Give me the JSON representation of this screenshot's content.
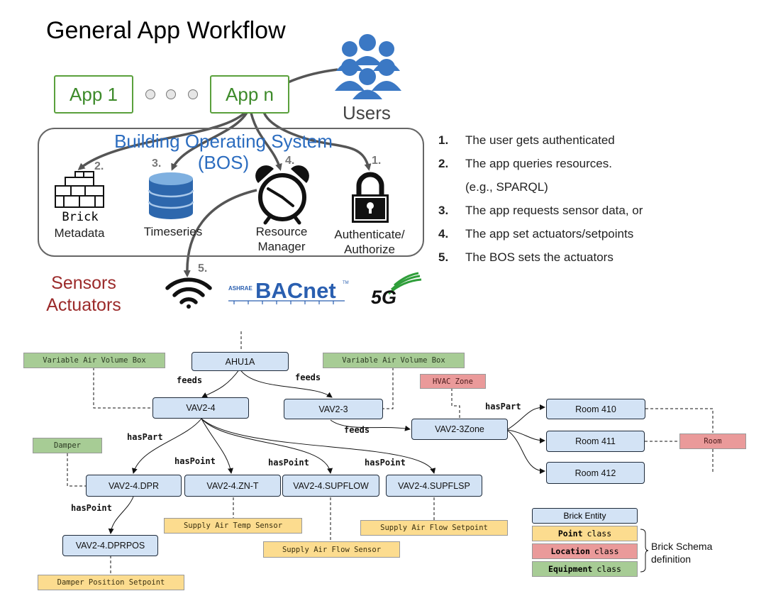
{
  "title": "General App Workflow",
  "apps": {
    "first": "App 1",
    "last": "App n"
  },
  "users_label": "Users",
  "bos": {
    "title_line1": "Building Operating System",
    "title_line2": "(BOS)"
  },
  "components": {
    "brick_word": "Brick",
    "brick_label": "Metadata",
    "timeseries_label": "Timeseries",
    "resource_line1": "Resource",
    "resource_line2": "Manager",
    "auth_line1": "Authenticate/",
    "auth_line2": "Authorize"
  },
  "step_markers": [
    "1.",
    "2.",
    "3.",
    "4.",
    "5."
  ],
  "sensors_label": {
    "line1": "Sensors",
    "line2": "Actuators"
  },
  "protocols": {
    "bacnet": "BACnet",
    "ashrae": "ASHRAE",
    "tm": "TM",
    "fiveg": "5G"
  },
  "steps": [
    {
      "num": "1.",
      "text": "The user gets authenticated"
    },
    {
      "num": "2.",
      "text": "The app queries resources."
    },
    {
      "num": "",
      "text": "(e.g., SPARQL)"
    },
    {
      "num": "3.",
      "text": "The app requests sensor data, or"
    },
    {
      "num": "4.",
      "text": "The app set actuators/setpoints"
    },
    {
      "num": "5.",
      "text": "The BOS sets the actuators"
    }
  ],
  "graph": {
    "entities": {
      "ahu1a": "AHU1A",
      "vav2_4": "VAV2-4",
      "vav2_3": "VAV2-3",
      "vav2_3zone": "VAV2-3Zone",
      "room410": "Room 410",
      "room411": "Room 411",
      "room412": "Room 412",
      "dpr": "VAV2-4.DPR",
      "znt": "VAV2-4.ZN-T",
      "supflow": "VAV2-4.SUPFLOW",
      "supflsp": "VAV2-4.SUPFLSP",
      "dprpos": "VAV2-4.DPRPOS"
    },
    "classes": {
      "vav_left": "Variable Air Volume Box",
      "vav_right": "Variable Air Volume Box",
      "hvac_zone": "HVAC Zone",
      "room": "Room",
      "damper": "Damper",
      "supply_air_temp": "Supply Air Temp Sensor",
      "supply_air_flow": "Supply Air Flow Sensor",
      "supply_air_flow_sp": "Supply Air Flow Setpoint",
      "damper_pos_sp": "Damper Position Setpoint"
    },
    "relations": {
      "feeds1": "feeds",
      "feeds2": "feeds",
      "feeds3": "feeds",
      "haspart1": "hasPart",
      "haspart2": "hasPart",
      "haspoint1": "hasPoint",
      "haspoint2": "hasPoint",
      "haspoint3": "hasPoint",
      "haspoint4": "hasPoint"
    }
  },
  "legend": {
    "entity": "Brick Entity",
    "point_bold": "Point",
    "point_rest": "class",
    "location_bold": "Location",
    "location_rest": "class",
    "equipment_bold": "Equipment",
    "equipment_rest": "class",
    "note_line1": "Brick Schema",
    "note_line2": "definition"
  },
  "colors": {
    "app_green": "#5aa03c",
    "bos_blue": "#2b6cbf",
    "sensor_red": "#9b2a2a",
    "entity_blue": "#d3e3f5",
    "point_yellow": "#fcdc8f",
    "location_red": "#ea9a9a",
    "equipment_green": "#a7cc95"
  }
}
